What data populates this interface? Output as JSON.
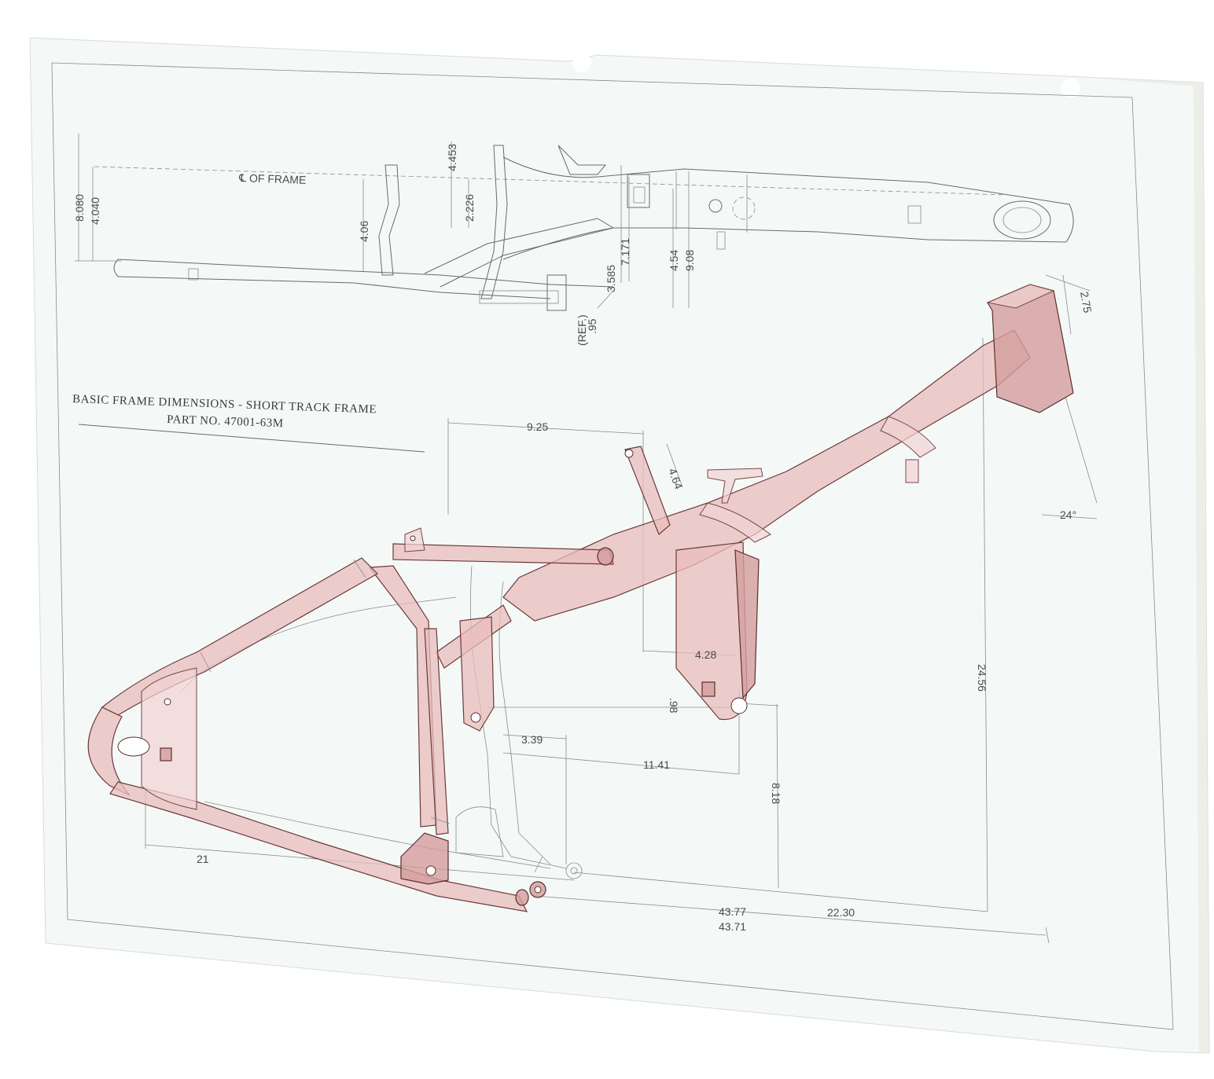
{
  "drawing": {
    "title_line1": "BASIC FRAME DIMENSIONS - SHORT TRACK FRAME",
    "title_line2": "PART NO. 47001-63M",
    "centerline_label": "℄ OF FRAME"
  },
  "top_view_dims": {
    "d_8080": "8.080",
    "d_4040": "4.040",
    "d_406": "4.06",
    "d_4453": "4.453",
    "d_2226": "2.226",
    "d_7171": "7.171",
    "d_3585": "3.585",
    "d_454": "4.54",
    "d_908": "9.08",
    "d_95": ".95",
    "d_ref": "(REF.)"
  },
  "side_view_dims": {
    "d_925": "9.25",
    "d_464": "4.64",
    "d_275": "2.75",
    "d_24deg": "24°",
    "d_428": "4.28",
    "d_2456": "24.56",
    "d_98": ".98",
    "d_339": "3.39",
    "d_1141": "11.41",
    "d_818": "8.18",
    "d_21": "21",
    "d_4377": "43.77",
    "d_4371": "43.71",
    "d_2230": "22.30"
  },
  "colors": {
    "paper": "#f4f9f8",
    "frame_overlay": "#e9bcbc",
    "frame_outline": "#6b3a3a"
  }
}
